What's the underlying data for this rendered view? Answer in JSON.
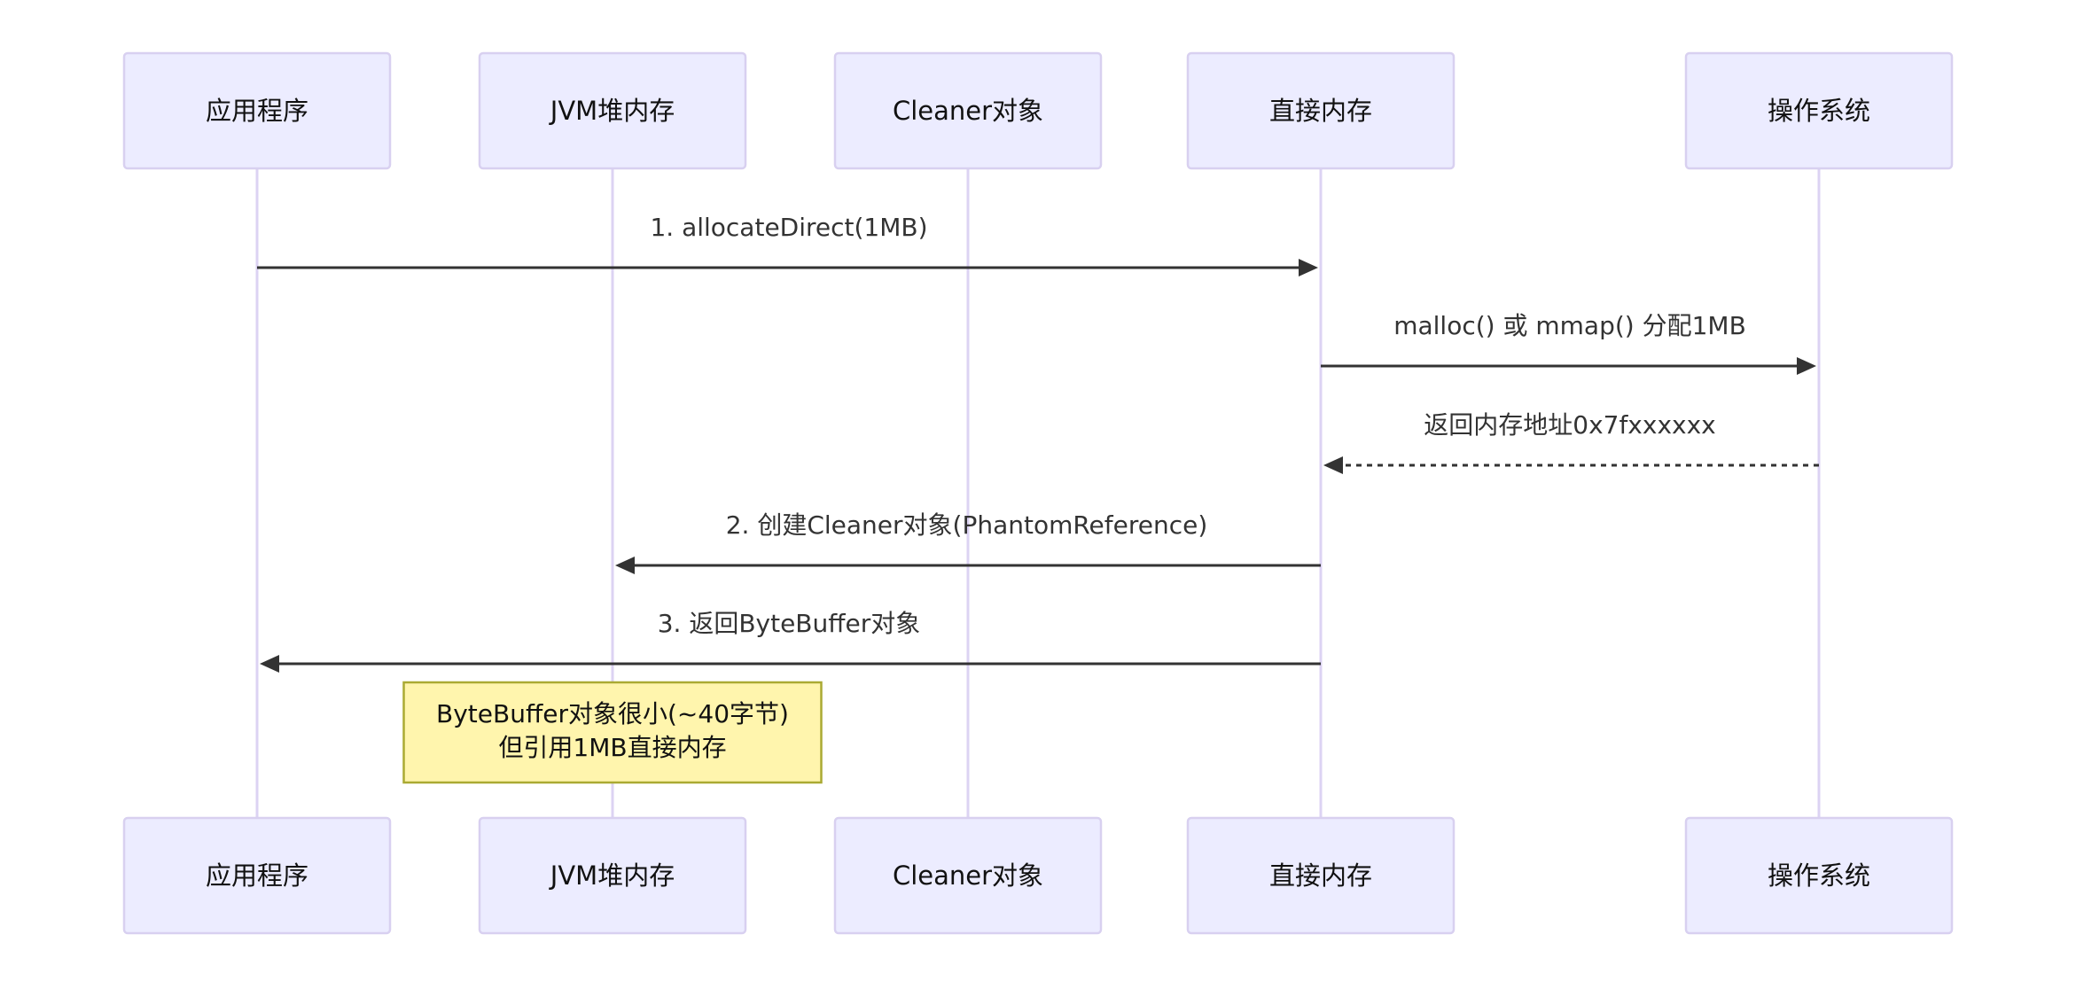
{
  "diagram": {
    "type": "sequence",
    "colors": {
      "actor_fill": "#ECECFF",
      "actor_border": "#D8D0F0",
      "lifeline": "#DCD3F3",
      "message": "#333333",
      "note_fill": "#FFF5AD",
      "note_border": "#AAAA33"
    },
    "participants": [
      {
        "id": "app",
        "label": "应用程序"
      },
      {
        "id": "heap",
        "label": "JVM堆内存"
      },
      {
        "id": "cleaner",
        "label": "Cleaner对象"
      },
      {
        "id": "direct",
        "label": "直接内存"
      },
      {
        "id": "os",
        "label": "操作系统"
      }
    ],
    "messages": [
      {
        "from": "app",
        "to": "direct",
        "label": "1. allocateDirect(1MB)",
        "style": "solid"
      },
      {
        "from": "direct",
        "to": "os",
        "label": "malloc() 或 mmap() 分配1MB",
        "style": "solid"
      },
      {
        "from": "os",
        "to": "direct",
        "label": "返回内存地址0x7fxxxxxx",
        "style": "dashed"
      },
      {
        "from": "direct",
        "to": "heap",
        "label": "2. 创建Cleaner对象(PhantomReference)",
        "style": "solid"
      },
      {
        "from": "direct",
        "to": "app",
        "label": "3. 返回ByteBuffer对象",
        "style": "solid"
      }
    ],
    "notes": [
      {
        "over": "heap",
        "lines": [
          "ByteBuffer对象很小(~40字节)",
          "但引用1MB直接内存"
        ]
      }
    ]
  }
}
